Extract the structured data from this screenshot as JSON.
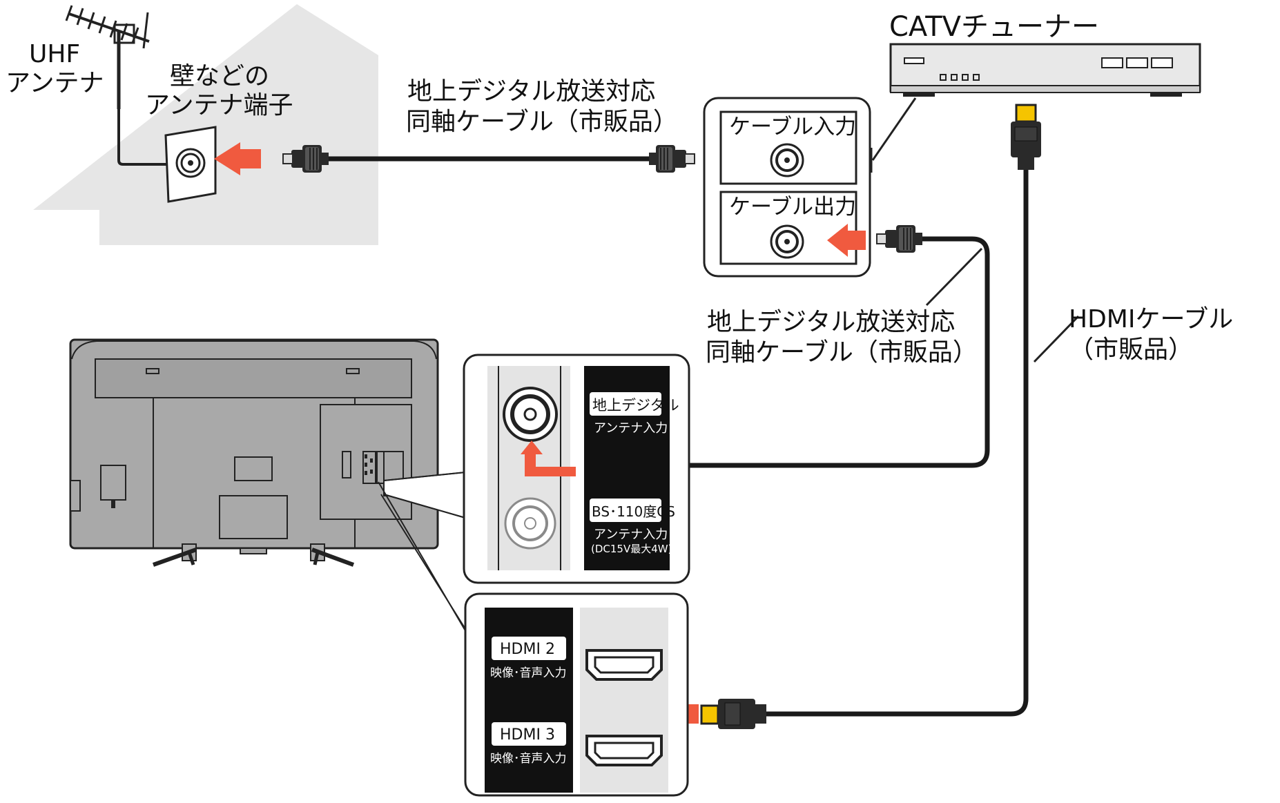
{
  "colors": {
    "arrow": "#f05a3f",
    "wall": "#e4e4e4",
    "tv_body": "#a9a9a9",
    "cable": "#1a1a1a",
    "hdmi_tip": "#f5c400"
  },
  "labels": {
    "uhf_antenna": [
      "UHF",
      "アンテナ"
    ],
    "wall_terminal": [
      "壁などの",
      "アンテナ端子"
    ],
    "coax_cable_top": [
      "地上デジタル放送対応",
      "同軸ケーブル（市販品）"
    ],
    "coax_cable_mid": [
      "地上デジタル放送対応",
      "同軸ケーブル（市販品）"
    ],
    "catv_tuner": "CATVチューナー",
    "hdmi_cable": [
      "HDMIケーブル",
      "（市販品）"
    ]
  },
  "tuner_ports": {
    "cable_in": "ケーブル入力",
    "cable_out": "ケーブル出力"
  },
  "tv_antenna_panel": {
    "terrestrial": {
      "title": "地上デジタル",
      "sub": "アンテナ入力"
    },
    "bs_cs": {
      "title": "BS･110度CS",
      "sub": "アンテナ入力",
      "note": "(DC15V最大4W)"
    }
  },
  "tv_hdmi_panel": {
    "hdmi2": {
      "title": "HDMI 2",
      "sub": "映像･音声入力"
    },
    "hdmi3": {
      "title": "HDMI 3",
      "sub": "映像･音声入力"
    }
  },
  "icons": [
    "uhf-antenna-icon",
    "wall-jack-icon",
    "catv-tuner-icon",
    "tv-rear-icon",
    "coax-plug-icon",
    "hdmi-plug-icon",
    "arrow-icon"
  ]
}
